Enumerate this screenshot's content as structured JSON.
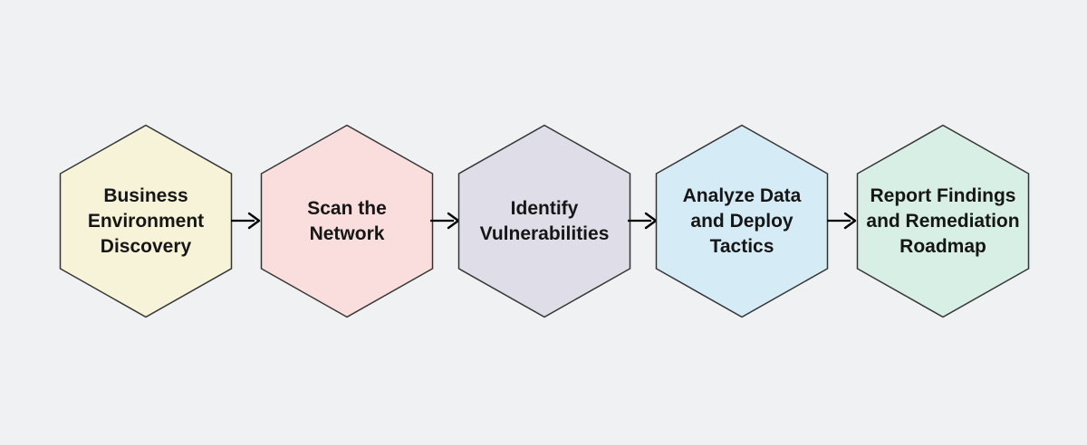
{
  "diagram": {
    "type": "flowchart",
    "direction": "left-to-right",
    "node_shape": "hexagon",
    "background_color": "#eff1f3",
    "node_border_color": "#333333",
    "node_text_color": "#161616",
    "arrow_color": "#000000",
    "steps": [
      {
        "label": "Business Environment Discovery",
        "fill": "#f7f3d8"
      },
      {
        "label": "Scan the Network",
        "fill": "#f9dedd"
      },
      {
        "label": "Identify Vulnerabilities",
        "fill": "#dfdde8"
      },
      {
        "label": "Analyze Data and Deploy Tactics",
        "fill": "#d5ebf6"
      },
      {
        "label": "Report Findings and Remediation Roadmap",
        "fill": "#d7efe4"
      }
    ],
    "connectors": [
      {
        "from": 0,
        "to": 1,
        "style": "arrow-right"
      },
      {
        "from": 1,
        "to": 2,
        "style": "arrow-right"
      },
      {
        "from": 2,
        "to": 3,
        "style": "arrow-right"
      },
      {
        "from": 3,
        "to": 4,
        "style": "arrow-right"
      }
    ]
  }
}
